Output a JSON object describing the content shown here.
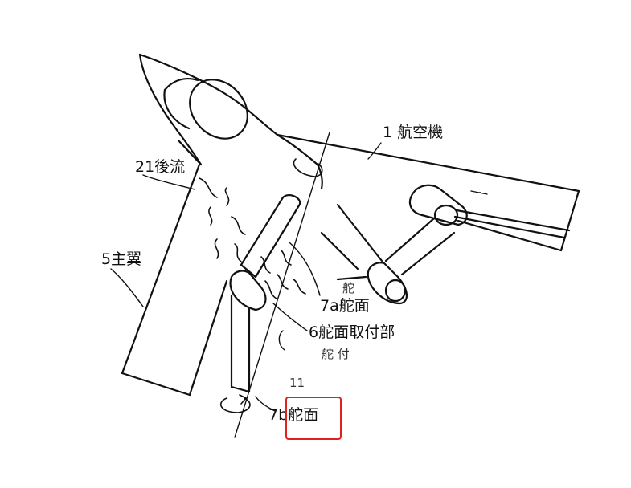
{
  "figure": {
    "colors": {
      "ink": "#111111",
      "highlight": "#e0201c",
      "background": "#ffffff"
    },
    "labels": {
      "aircraft": "1 航空機",
      "wake": "21後流",
      "main_wing": "5主翼",
      "rudder_7a": "7a舵面",
      "rudder_7a_note": "舵",
      "mount": "6舵面取付部",
      "mount_note": "舵 付",
      "ref_11": "11",
      "rudder_7b": "7b舵面"
    },
    "highlight_target": "7b舵面"
  }
}
